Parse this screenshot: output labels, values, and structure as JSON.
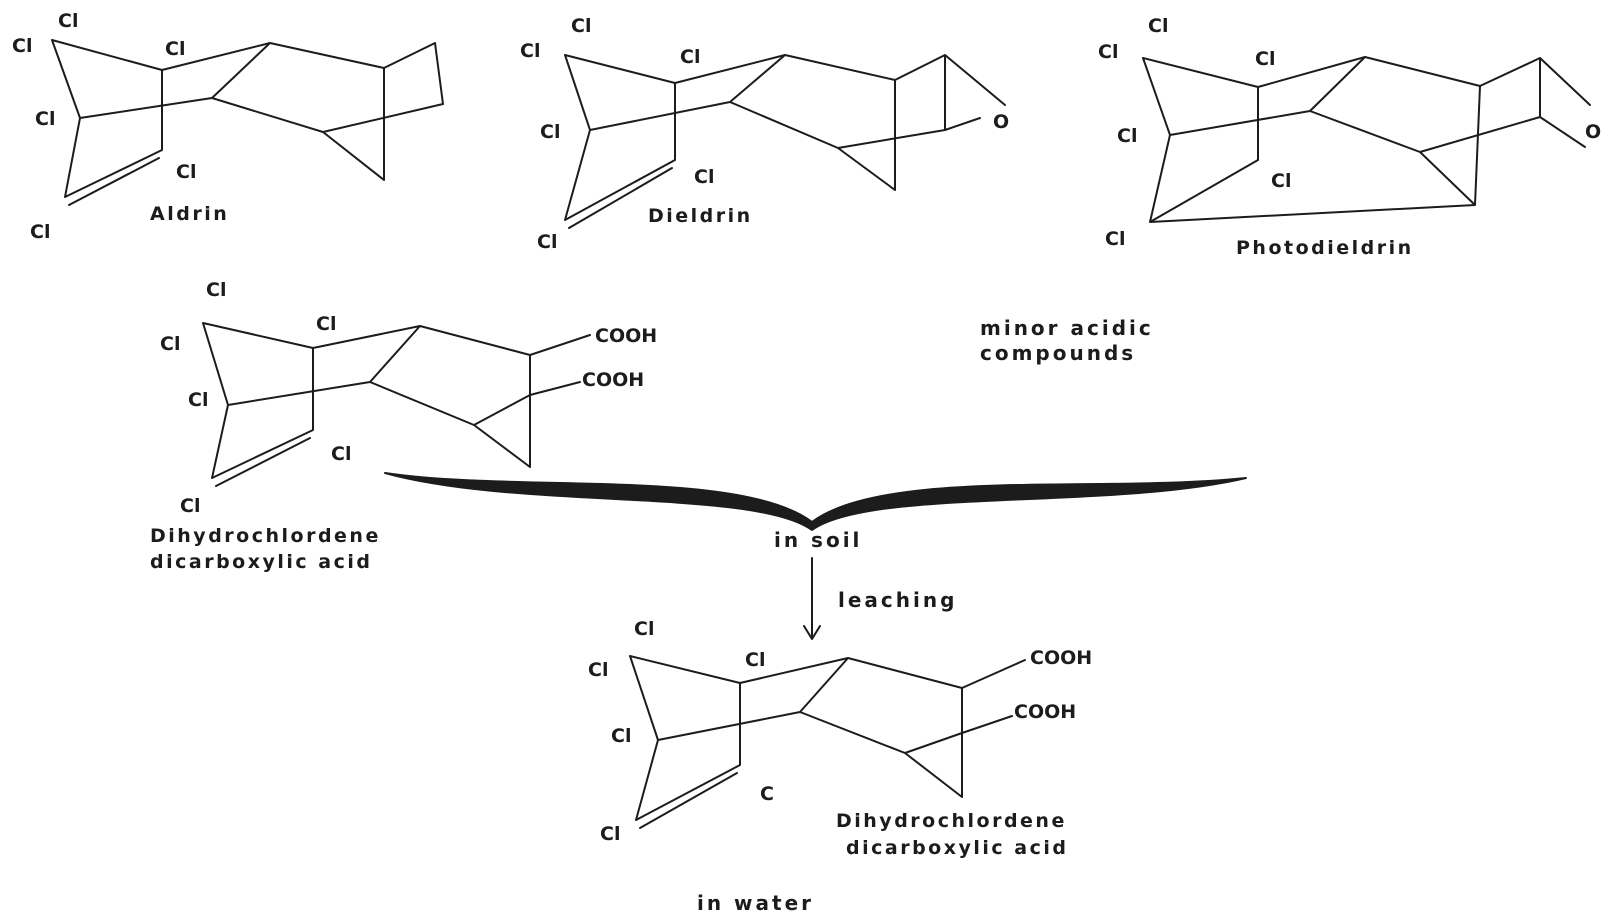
{
  "atoms": {
    "cl": "Cl",
    "o": "O",
    "cooh": "COOH",
    "c": "C"
  },
  "compounds": {
    "aldrin": "Aldrin",
    "dieldrin": "Dieldrin",
    "photodieldrin": "Photodieldrin",
    "acid_soil_line1": "Dihydrochlordene",
    "acid_soil_line2": "dicarboxylic acid",
    "acid_water_line1": "Dihydrochlordene",
    "acid_water_line2": "dicarboxylic acid"
  },
  "notes": {
    "minor_line1": "minor acidic",
    "minor_line2": "compounds",
    "in_soil": "in soil",
    "leaching": "leaching",
    "in_water": "in water"
  },
  "colors": {
    "ink": "#1c1c1c",
    "background": "#ffffff"
  }
}
